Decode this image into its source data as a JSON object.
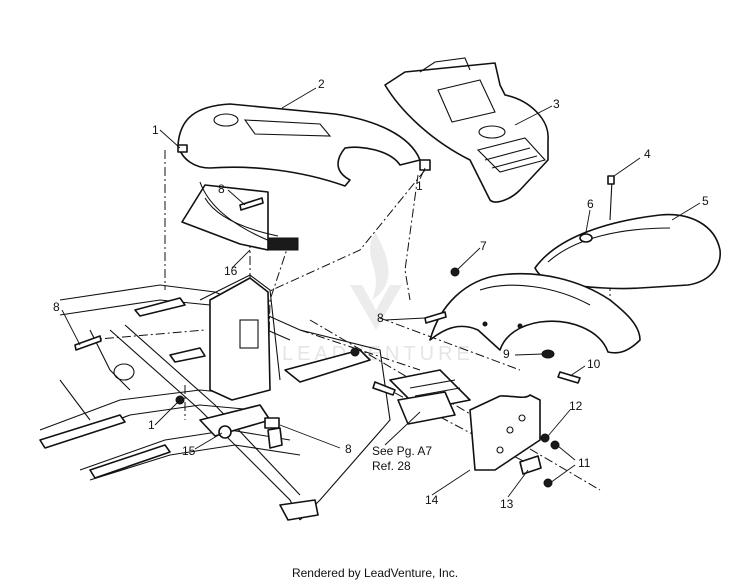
{
  "callouts": [
    "1",
    "2",
    "3",
    "1",
    "4",
    "5",
    "6",
    "8",
    "16",
    "7",
    "8",
    "8",
    "9",
    "10",
    "1",
    "15",
    "8",
    "12",
    "11",
    "13",
    "14"
  ],
  "reference_note": [
    "See Pg. A7",
    "Ref. 28"
  ],
  "watermark": "LEADVENTURE",
  "footer": "Rendered by LeadVenture, Inc."
}
